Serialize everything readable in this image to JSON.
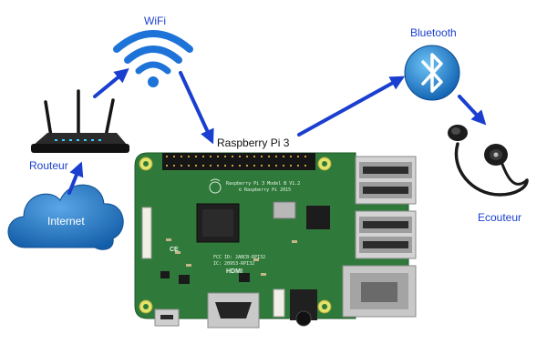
{
  "labels": {
    "wifi": "WiFi",
    "bluetooth": "Bluetooth",
    "router": "Routeur",
    "internet": "Internet",
    "raspberry": "Raspberry Pi 3",
    "earphone": "Ecouteur"
  },
  "board_text": {
    "model": "Raspberry Pi 3 Model B V1.2",
    "year": "© Raspberry Pi 2015",
    "hdmi": "HDMI",
    "fcc": "FCC ID: 2ABCB-RPI32",
    "ic": "IC: 20953-RPI32"
  },
  "colors": {
    "arrow": "#1a3fd0",
    "label": "#1a3fd0",
    "wifi": "#1e73d8",
    "bluetooth": "#1b7fd6",
    "cloud": "#1f78c8",
    "pcb": "#2f7a3a"
  }
}
